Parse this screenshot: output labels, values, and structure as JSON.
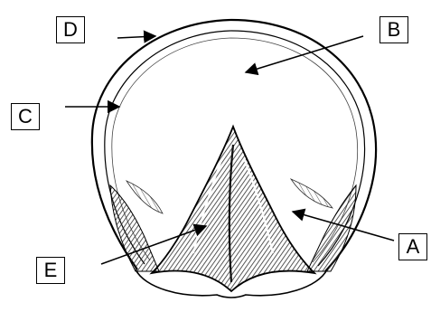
{
  "labels": {
    "a": "A",
    "b": "B",
    "c": "C",
    "d": "D",
    "e": "E"
  },
  "colors": {
    "line": "#000000",
    "hatch": "#3a3a3a",
    "background": "#ffffff"
  }
}
